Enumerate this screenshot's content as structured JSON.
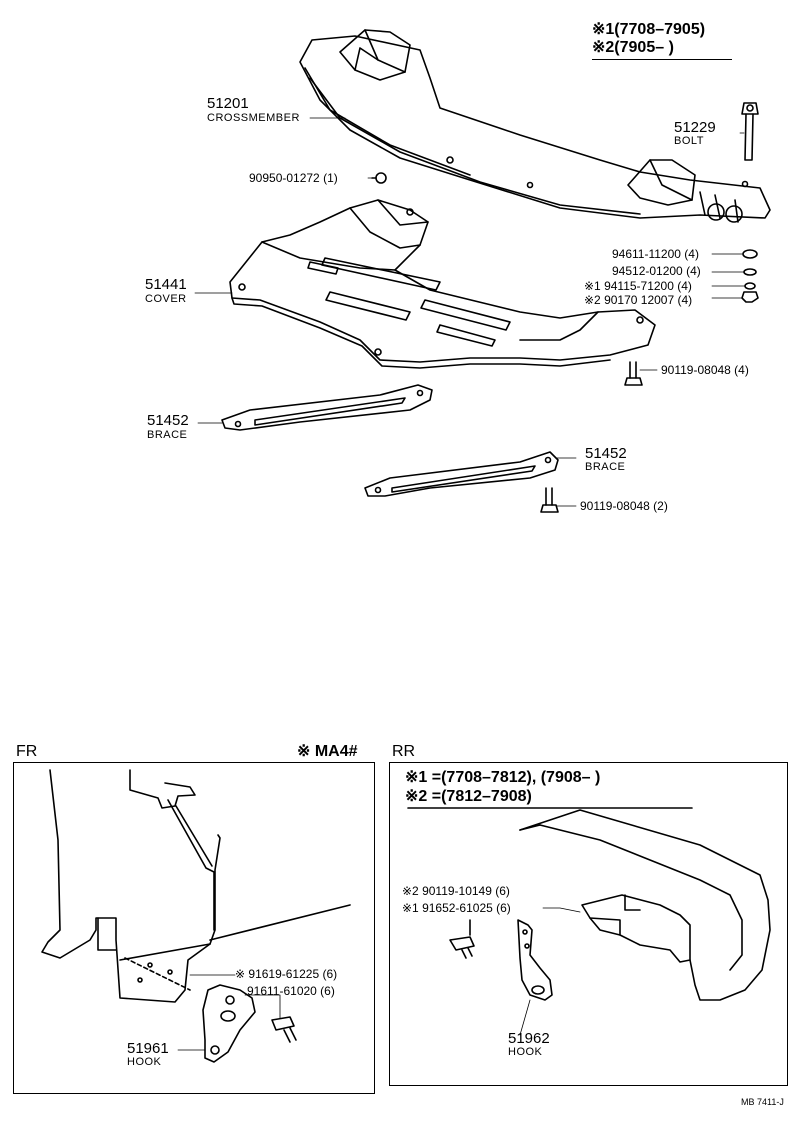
{
  "legend_top": {
    "line1": "※1(7708–7905)",
    "line2": "※2(7905–       )"
  },
  "parts": {
    "crossmember": {
      "number": "51201",
      "name": "CROSSMEMBER"
    },
    "bolt": {
      "number": "51229",
      "name": "BOLT"
    },
    "plug": {
      "code": "90950-01272 (1)"
    },
    "cover": {
      "number": "51441",
      "name": "COVER"
    },
    "hardware": [
      "94611-11200 (4)",
      "94512-01200 (4)",
      "※1 94115-71200 (4)",
      "※2 90170 12007 (4)"
    ],
    "bolt_cover": "90119-08048 (4)",
    "brace_left": {
      "number": "51452",
      "name": "BRACE"
    },
    "brace_right": {
      "number": "51452",
      "name": "BRACE"
    },
    "bolt_brace": "90119-08048 (2)"
  },
  "fr": {
    "label": "FR",
    "model_note": "※ MA4#",
    "codes": [
      "※ 91619-61225 (6)",
      "91611-61020 (6)"
    ],
    "hook": {
      "number": "51961",
      "name": "HOOK"
    }
  },
  "rr": {
    "label": "RR",
    "legend1": "※1 =(7708–7812), (7908–        )",
    "legend2": "※2 =(7812–7908)",
    "codes": [
      "※2 90119-10149 (6)",
      "※1 91652-61025 (6)"
    ],
    "hook": {
      "number": "51962",
      "name": "HOOK"
    }
  },
  "footer": "MB  7411-J"
}
